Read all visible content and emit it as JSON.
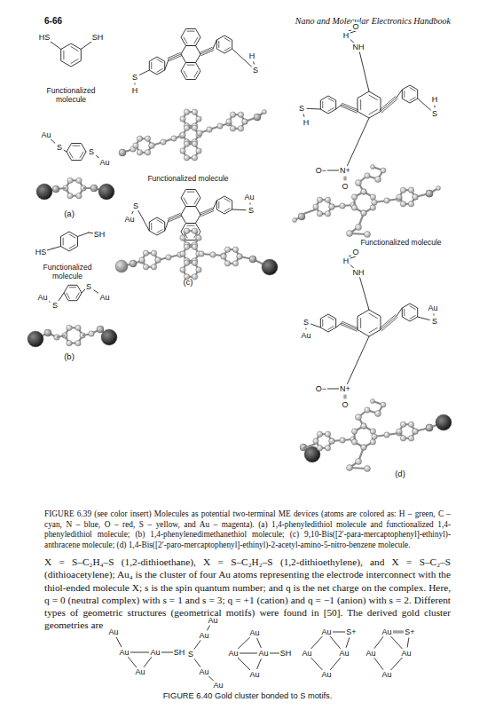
{
  "diagram": {
    "caption": "FIGURE 6.39 (see color insert) Molecules as potential two-terminal ME devices (atoms are colored as: H – green, C – cyan, N – blue, O – red, S – yellow, and Au – magenta). (a) 1,4-phenyledithiol molecule and functionalized 1,4-phenyledithiol molecule; (b) 1,4-phenylenedimethanethiol molecule; (c) 9,10-Bis([2′-para-mercaptophenyl]-ethinyl)-anthracene molecule; (d) 1,4-Bis([2′-paro-mercaptophenyl]-ethinyl)-2-acetyl-amino-5-nitro-benzene molecule.",
    "labels": [
      "6-66",
      "Nano and Molecular Electronics Handbook",
      "HS",
      "SH",
      "Functionalized molecule",
      "Au",
      "S",
      "S",
      "Au",
      "(a)",
      "SH",
      "HS",
      "Functionalized molecule",
      "S",
      "Au",
      "Au",
      "S",
      "(b)",
      "H",
      "S",
      "S",
      "H",
      "Functionalized molecule",
      "Au",
      "S",
      "Au",
      "S",
      "(c)",
      "H",
      "O",
      "NH",
      "H",
      "S",
      "S",
      "H",
      "O−",
      "N+",
      "O",
      "Functionalized molecule",
      "H",
      "O",
      "NH",
      "Au",
      "S",
      "S",
      "Au",
      "O−",
      "N+",
      "O",
      "(d)",
      "X = S–C₂H₄–S (1,2-dithioethane), X = S–C₂H₂–S (1,2-dithioethylene), and X = S–C₂–S (dithioacetylene); Au₄ is the cluster of four Au atoms representing the electrode interconnect with the thiol-ended molecule X; s is the spin quantum number; and q is the net charge on the complex. Here, q = 0 (neutral complex) with s = 1 and s = 3; q = +1 (cation) and q = −1 (anion) with s = 2. Different types of geometric structures (geometrical motifs) were found in [50]. The derived gold cluster geometries are",
      "FIGURE 6.40 Gold cluster bonded to S motifs.",
      "Au",
      "Au",
      "Au",
      "SH",
      "Au",
      "Au",
      "Au",
      "S",
      "Au",
      "Au",
      "Au",
      "Au",
      "Au",
      "SH",
      "Au",
      "Au",
      "S+",
      "Au",
      "Au",
      "Au",
      "Au",
      "S+",
      "Au",
      "Au",
      "Au"
    ]
  }
}
